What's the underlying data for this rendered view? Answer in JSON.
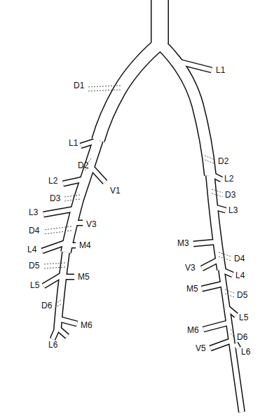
{
  "diagram": {
    "labels": [
      "D1",
      "L1",
      "D2",
      "L2",
      "V1",
      "D3",
      "L3",
      "D4",
      "V3",
      "L4",
      "M4",
      "D5",
      "L5",
      "M5",
      "D6",
      "M6",
      "L6",
      "L1",
      "D2",
      "L2",
      "D3",
      "L3",
      "M3",
      "D4",
      "V3",
      "L4",
      "M5",
      "D5",
      "L5",
      "M6",
      "D6",
      "V5",
      "L6"
    ]
  }
}
